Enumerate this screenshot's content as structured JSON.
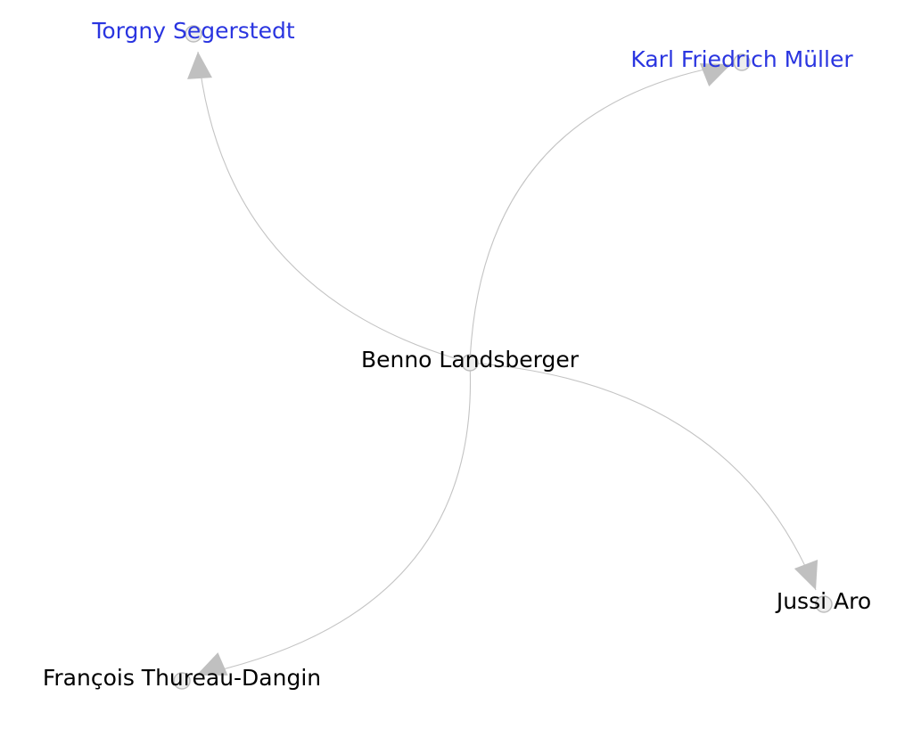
{
  "graph": {
    "colors": {
      "edge": "#c4c4c4",
      "arrow": "#c0c0c0",
      "node_fill": "#eeeeee",
      "node_stroke": "#bdbdbd",
      "label_default": "#000000",
      "label_highlight": "#2a35e0"
    },
    "nodes": [
      {
        "id": "landsberger",
        "label": "Benno Landsberger",
        "highlight": false
      },
      {
        "id": "segerstedt",
        "label": "Torgny Segerstedt",
        "highlight": true
      },
      {
        "id": "muller",
        "label": "Karl Friedrich Müller",
        "highlight": true
      },
      {
        "id": "aro",
        "label": "Jussi Aro",
        "highlight": false
      },
      {
        "id": "thureau",
        "label": "François Thureau-Dangin",
        "highlight": false
      }
    ],
    "edges": [
      {
        "from": "landsberger",
        "to": "segerstedt",
        "directed": true
      },
      {
        "from": "landsberger",
        "to": "muller",
        "directed": true
      },
      {
        "from": "landsberger",
        "to": "aro",
        "directed": true
      },
      {
        "from": "landsberger",
        "to": "thureau",
        "directed": true
      }
    ]
  }
}
